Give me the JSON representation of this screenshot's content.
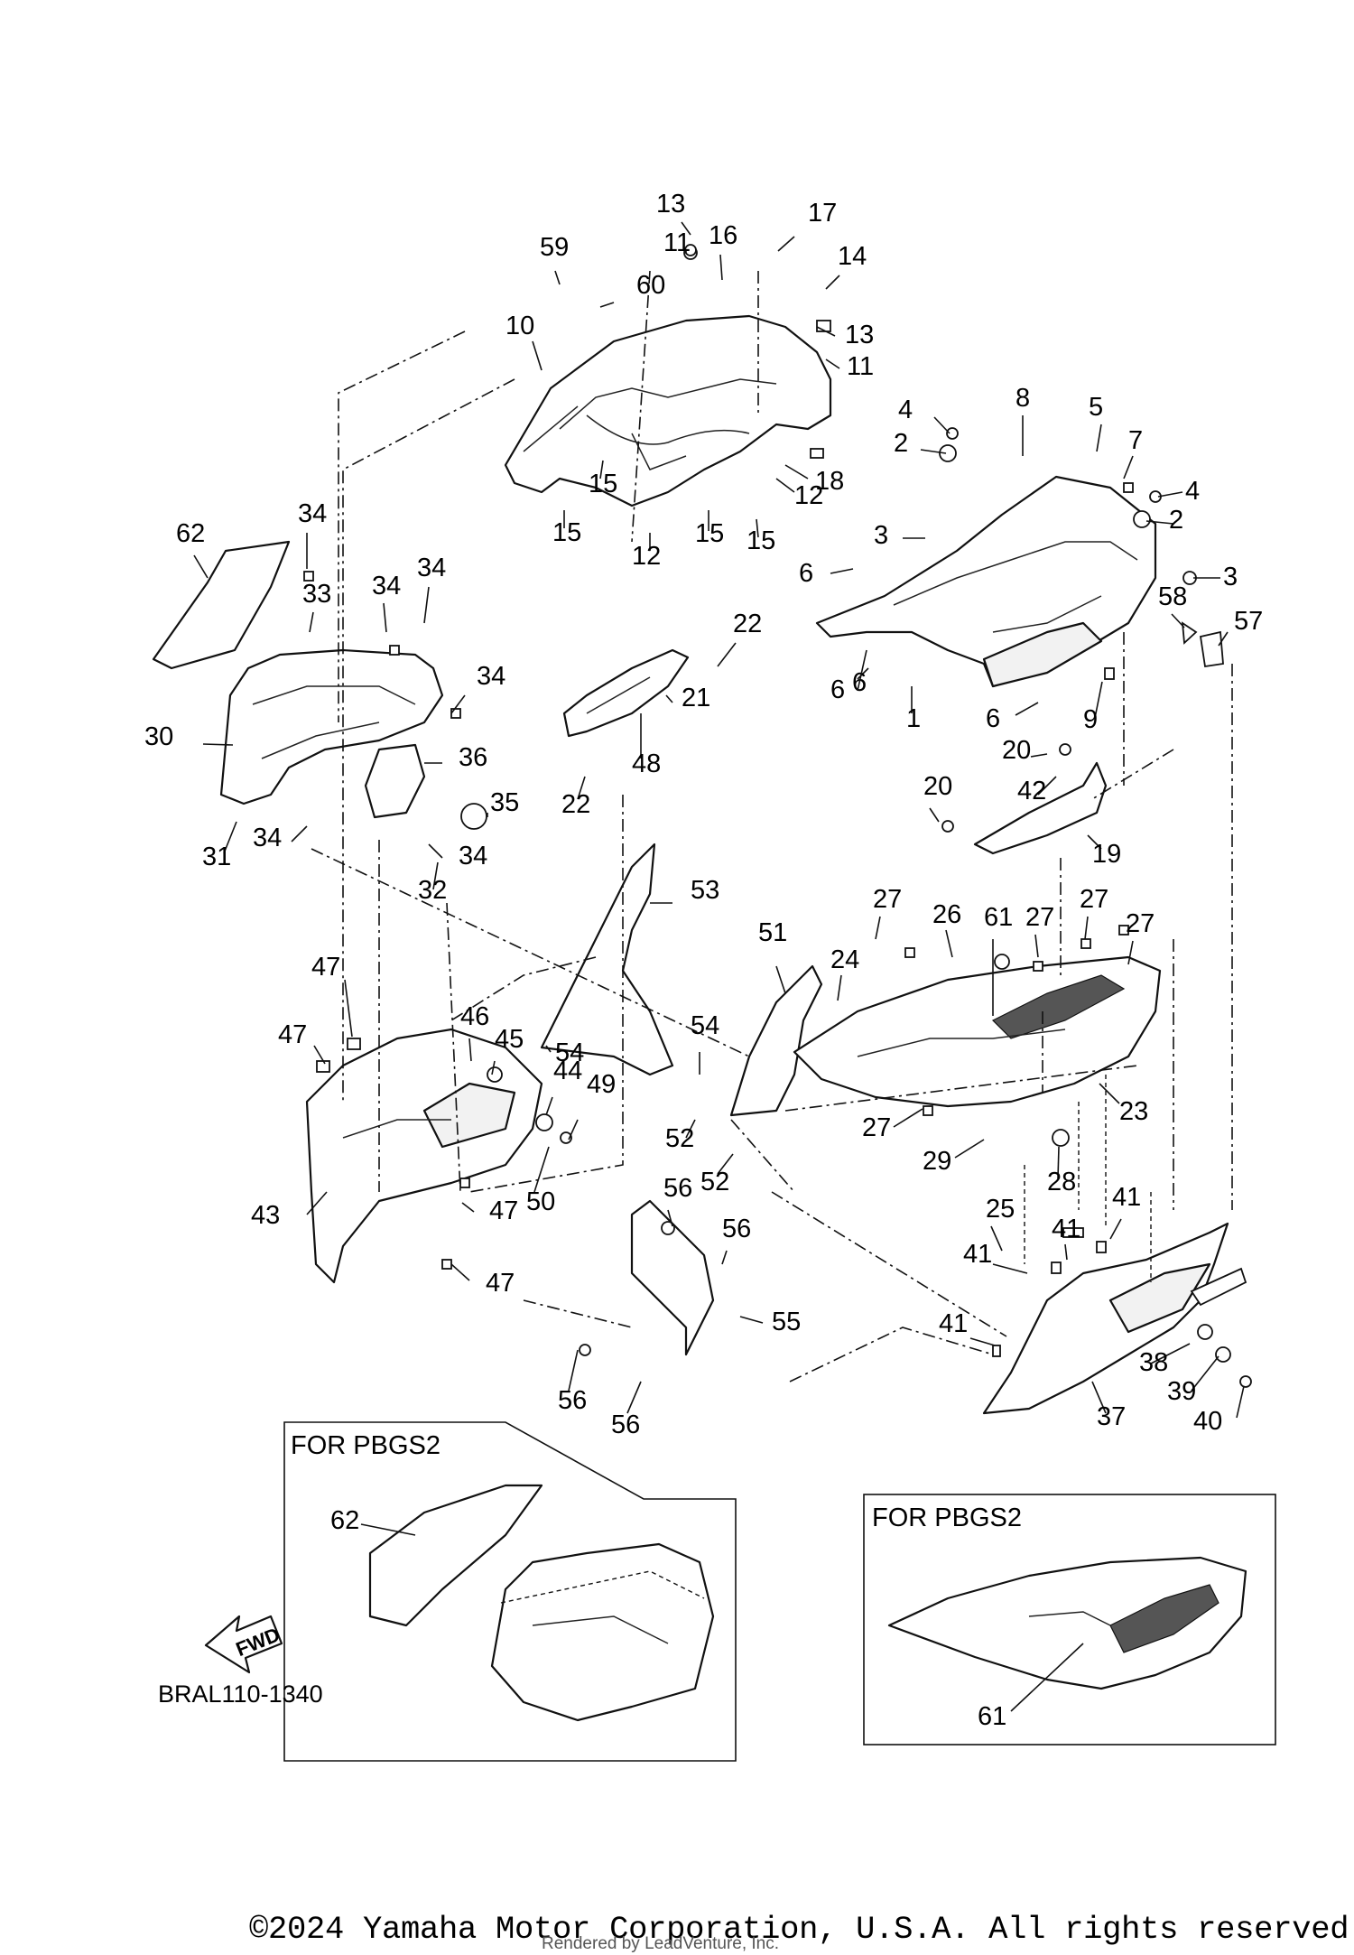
{
  "diagram_code": "BRAL110-1340",
  "fwd_label": "FWD",
  "insets": [
    {
      "title": "FOR PBGS2",
      "callout": "62"
    },
    {
      "title": "FOR PBGS2",
      "callout": "61"
    }
  ],
  "footer": {
    "copyright": "©2024 Yamaha Motor Corporation, U.S.A. All rights reserved.",
    "rendered_by": "Rendered by LeadVenture, Inc."
  },
  "callouts": [
    "1",
    "2",
    "2",
    "3",
    "3",
    "3",
    "4",
    "4",
    "5",
    "6",
    "6",
    "6",
    "6",
    "6",
    "7",
    "8",
    "9",
    "10",
    "11",
    "11",
    "12",
    "12",
    "13",
    "13",
    "14",
    "15",
    "15",
    "15",
    "15",
    "15",
    "16",
    "17",
    "18",
    "19",
    "20",
    "20",
    "21",
    "22",
    "22",
    "23",
    "24",
    "25",
    "26",
    "27",
    "27",
    "27",
    "27",
    "27",
    "27",
    "28",
    "29",
    "30",
    "31",
    "32",
    "33",
    "34",
    "34",
    "34",
    "34",
    "34",
    "34",
    "34",
    "35",
    "36",
    "37",
    "38",
    "39",
    "40",
    "41",
    "41",
    "41",
    "41",
    "42",
    "43",
    "44",
    "45",
    "46",
    "47",
    "47",
    "47",
    "47",
    "48",
    "49",
    "50",
    "51",
    "52",
    "52",
    "53",
    "54",
    "54",
    "55",
    "56",
    "56",
    "56",
    "56",
    "57",
    "58",
    "59",
    "60",
    "61",
    "62"
  ]
}
